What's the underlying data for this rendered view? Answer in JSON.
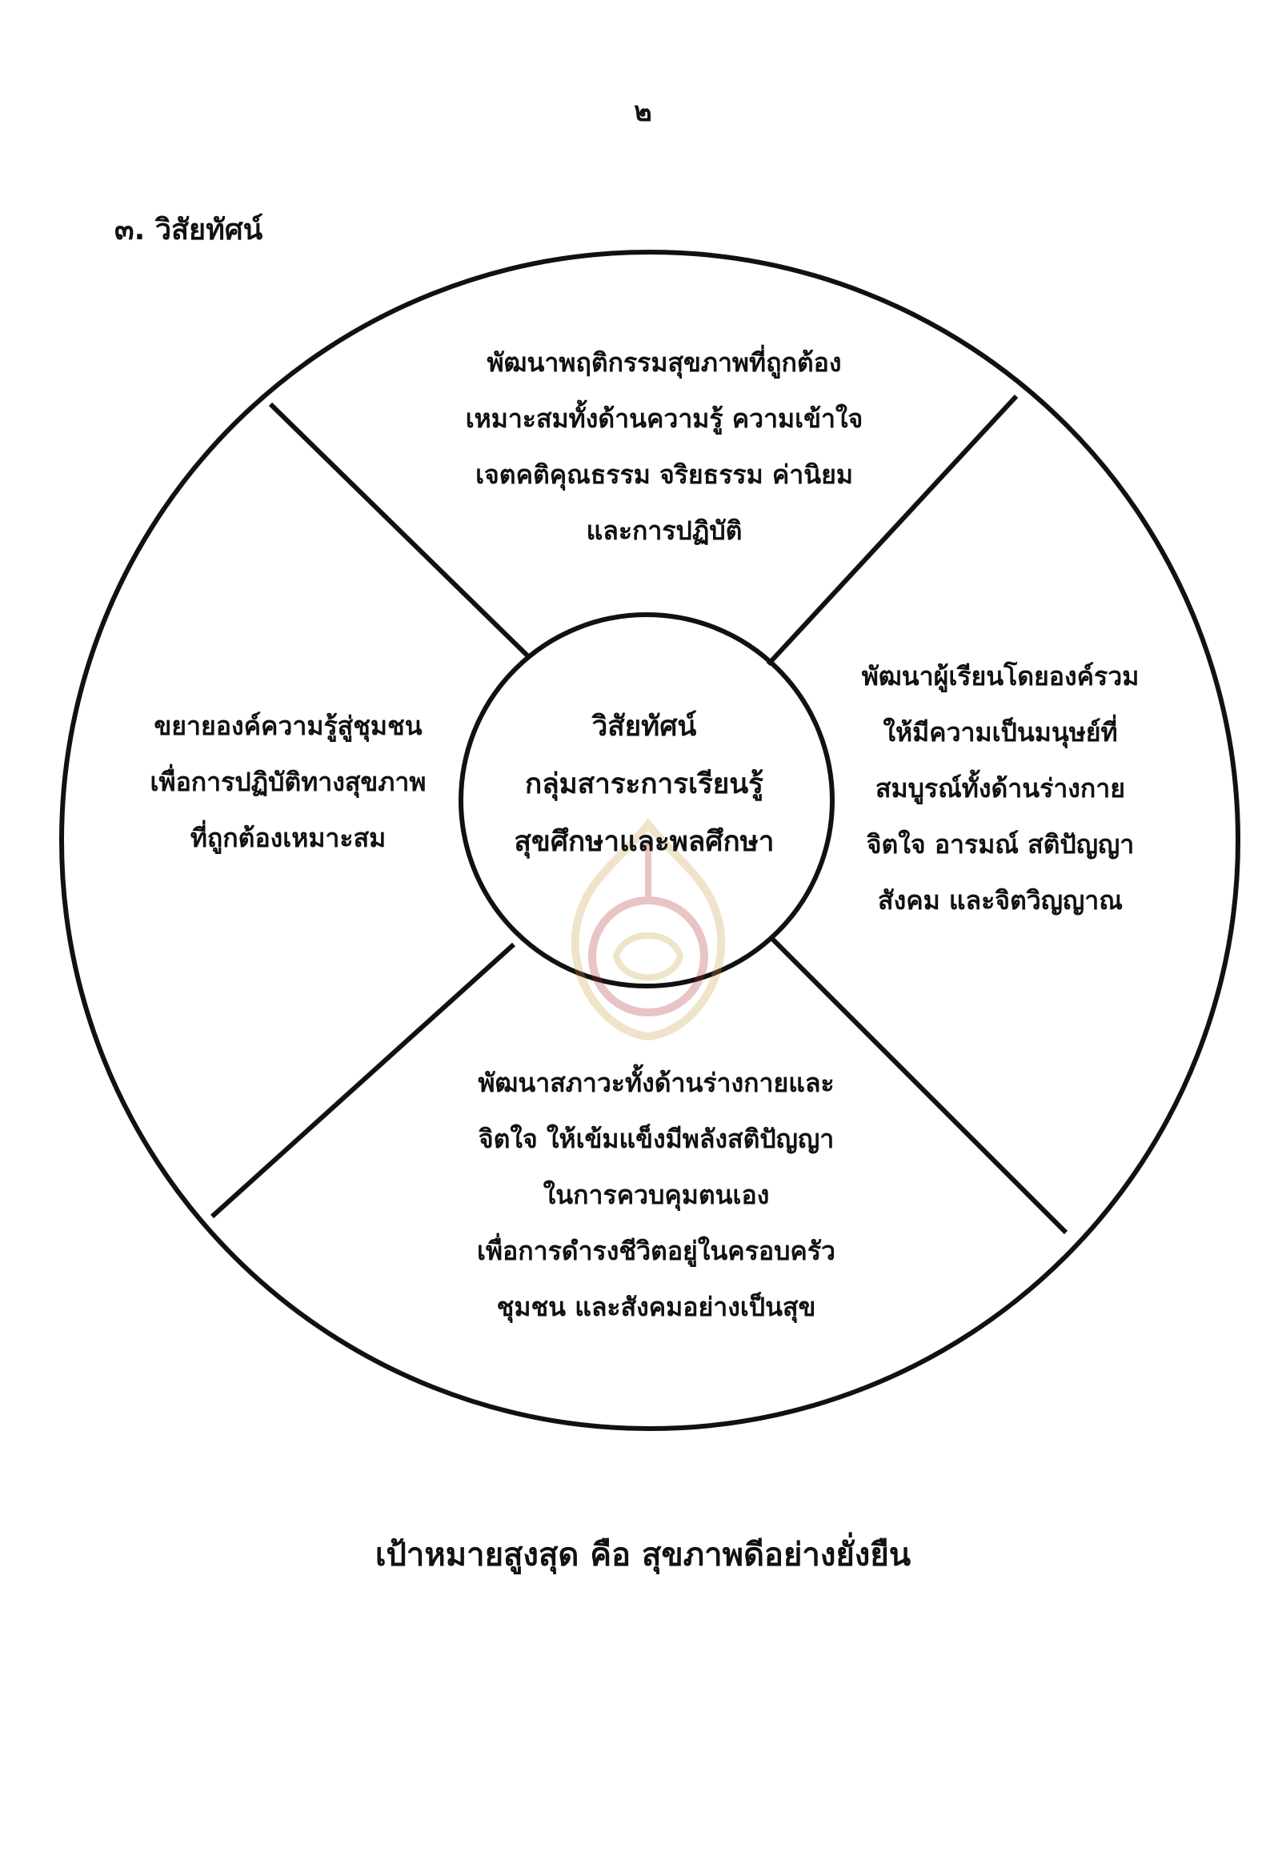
{
  "page": {
    "number": "๒"
  },
  "section": {
    "heading": "๓. วิสัยทัศน์"
  },
  "diagram": {
    "center": [
      "วิสัยทัศน์",
      "กลุ่มสาระการเรียนรู้",
      "สุขศึกษาและพลศึกษา"
    ],
    "top": [
      "พัฒนาพฤติกรรมสุขภาพที่ถูกต้อง",
      "เหมาะสมทั้งด้านความรู้  ความเข้าใจ",
      "เจตคติคุณธรรม  จริยธรรม  ค่านิยม",
      "และการปฏิบัติ"
    ],
    "right": [
      "พัฒนาผู้เรียนโดยองค์รวม",
      "ให้มีความเป็นมนุษย์ที่",
      "สมบูรณ์ทั้งด้านร่างกาย",
      "จิตใจ  อารมณ์  สติปัญญา",
      "สังคม  และจิตวิญญาณ"
    ],
    "left": [
      "ขยายองค์ความรู้สู่ชุมชน",
      "เพื่อการปฏิบัติทางสุขภาพ",
      "ที่ถูกต้องเหมาะสม"
    ],
    "bottom": [
      "พัฒนาสภาวะทั้งด้านร่างกายและ",
      "จิตใจ ให้เข้มแข็งมีพลังสติปัญญา",
      "ในการควบคุมตนเอง",
      "เพื่อการดำรงชีวิตอยู่ในครอบครัว",
      "ชุมชน  และสังคมอย่างเป็นสุข"
    ]
  },
  "goal": {
    "text": "เป้าหมายสูงสุด  คือ  สุขภาพดีอย่างยั่งยืน"
  },
  "colors": {
    "line": "#111111",
    "emblem": "#c8a040"
  }
}
